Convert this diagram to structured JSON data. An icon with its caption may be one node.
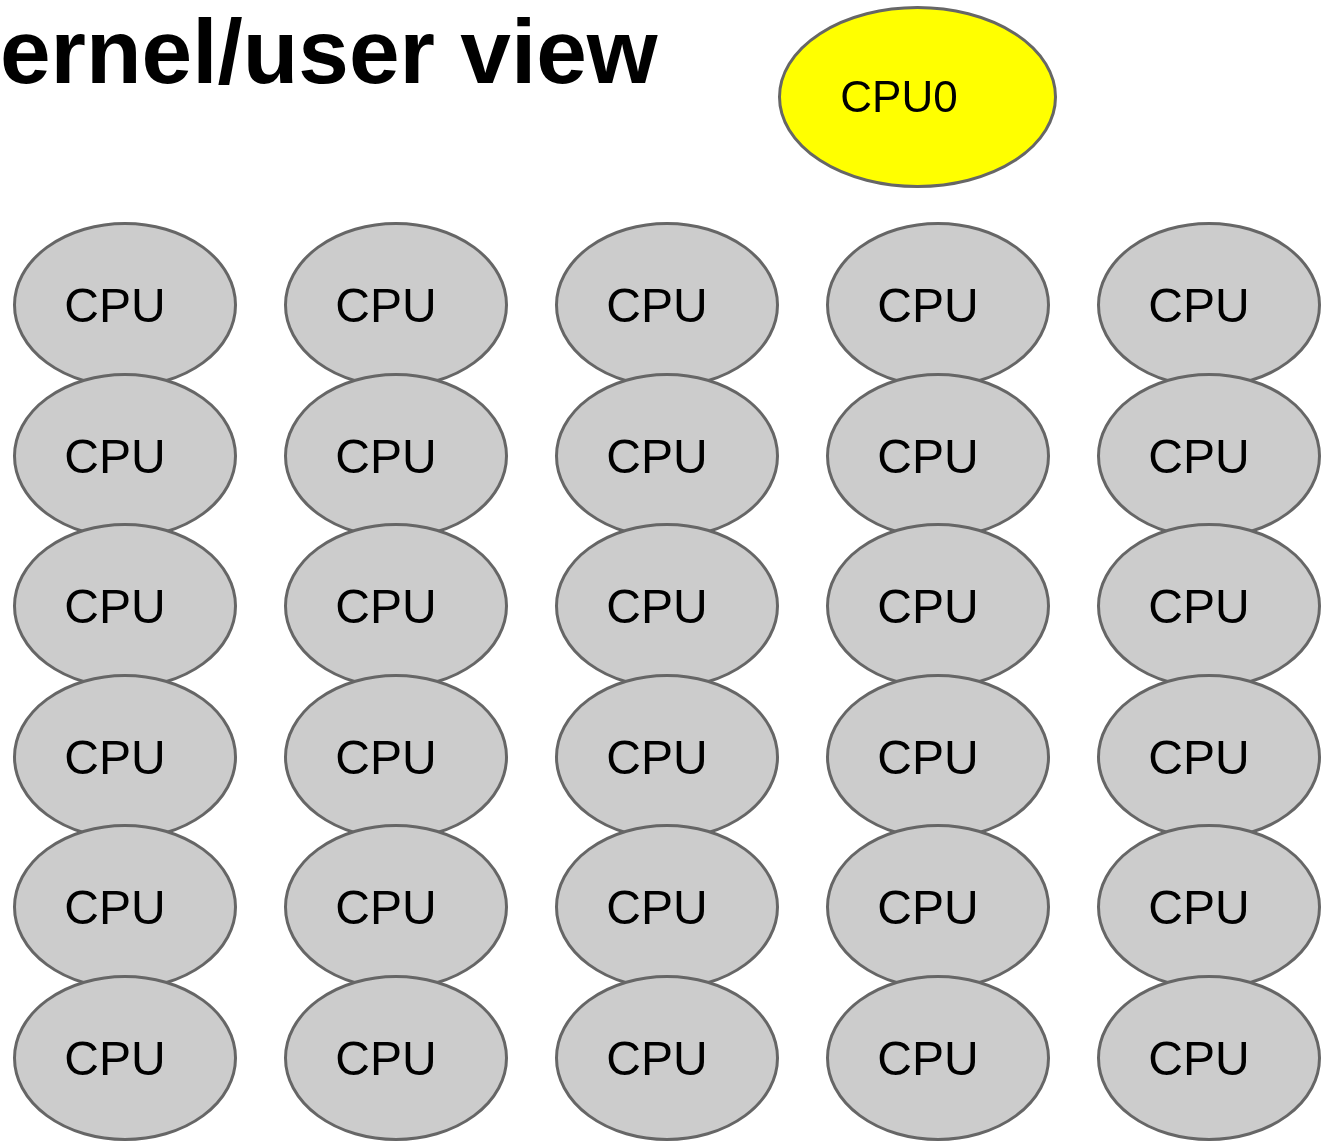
{
  "diagram": {
    "title": "ernel/user view",
    "nodes": [
      {
        "text": [
          "CPU0"
        ]
      },
      {
        "text": [
          "CPU"
        ]
      },
      {
        "text": [
          "CPU"
        ]
      },
      {
        "text": [
          "CPU"
        ]
      },
      {
        "text": [
          "CPU"
        ]
      },
      {
        "text": [
          "CPU"
        ]
      },
      {
        "text": [
          "CPU"
        ]
      },
      {
        "text": [
          "CPU"
        ]
      },
      {
        "text": [
          "CPU"
        ]
      },
      {
        "text": [
          "CPU"
        ]
      },
      {
        "text": [
          "CPU"
        ]
      },
      {
        "text": [
          "CPU"
        ]
      },
      {
        "text": [
          "CPU"
        ]
      },
      {
        "text": [
          "CPU"
        ]
      },
      {
        "text": [
          "CPU"
        ]
      },
      {
        "text": [
          "CPU"
        ]
      },
      {
        "text": [
          "CPU"
        ]
      },
      {
        "text": [
          "CPU"
        ]
      },
      {
        "text": [
          "CPU"
        ]
      },
      {
        "text": [
          "CPU"
        ]
      },
      {
        "text": [
          "CPU"
        ]
      },
      {
        "text": [
          "CPU"
        ]
      },
      {
        "text": [
          "CPU"
        ]
      },
      {
        "text": [
          "CPU"
        ]
      },
      {
        "text": [
          "CPU"
        ]
      },
      {
        "text": [
          "CPU"
        ]
      },
      {
        "text": [
          "CPU"
        ]
      },
      {
        "text": [
          "CPU"
        ]
      },
      {
        "text": [
          "CPU"
        ]
      },
      {
        "text": [
          "CPU"
        ]
      },
      {
        "text": [
          "CPU"
        ]
      }
    ]
  }
}
